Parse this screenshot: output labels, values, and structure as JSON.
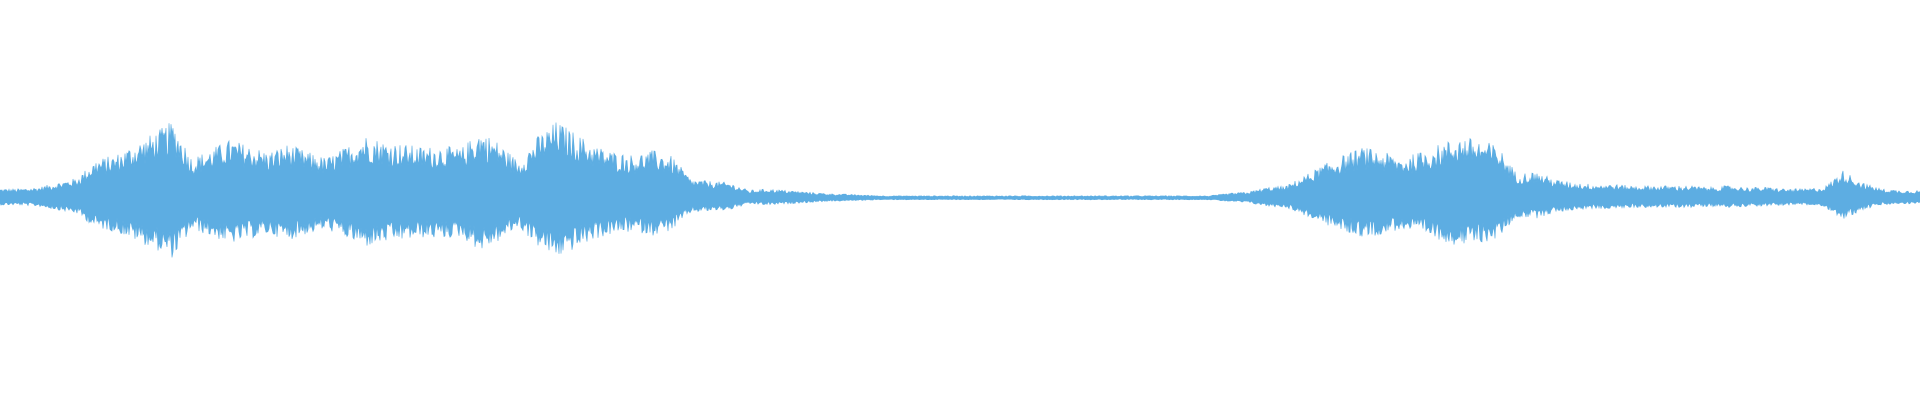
{
  "waveform": {
    "color": "#5dade2",
    "background": "#ffffff",
    "peak_envelope": [
      [
        0,
        0.06
      ],
      [
        1,
        0.06
      ],
      [
        2,
        0.07
      ],
      [
        3,
        0.1
      ],
      [
        4,
        0.13
      ],
      [
        5,
        0.25
      ],
      [
        6,
        0.28
      ],
      [
        7,
        0.35
      ],
      [
        8,
        0.42
      ],
      [
        9,
        0.5
      ],
      [
        10,
        0.26
      ],
      [
        11,
        0.32
      ],
      [
        12,
        0.38
      ],
      [
        13,
        0.34
      ],
      [
        14,
        0.3
      ],
      [
        15,
        0.35
      ],
      [
        16,
        0.3
      ],
      [
        17,
        0.26
      ],
      [
        18,
        0.33
      ],
      [
        19,
        0.41
      ],
      [
        20,
        0.37
      ],
      [
        21,
        0.35
      ],
      [
        22,
        0.33
      ],
      [
        23,
        0.34
      ],
      [
        24,
        0.32
      ],
      [
        25,
        0.44
      ],
      [
        26,
        0.36
      ],
      [
        27,
        0.24
      ],
      [
        28,
        0.4
      ],
      [
        29,
        0.5
      ],
      [
        30,
        0.42
      ],
      [
        31,
        0.34
      ],
      [
        32,
        0.3
      ],
      [
        33,
        0.28
      ],
      [
        34,
        0.31
      ],
      [
        35,
        0.27
      ],
      [
        36,
        0.12
      ],
      [
        37,
        0.11
      ],
      [
        38,
        0.1
      ],
      [
        39,
        0.05
      ],
      [
        40,
        0.06
      ],
      [
        41,
        0.05
      ],
      [
        42,
        0.04
      ],
      [
        43,
        0.03
      ],
      [
        44,
        0.025
      ],
      [
        45,
        0.02
      ],
      [
        46,
        0.015
      ],
      [
        47,
        0.015
      ],
      [
        48,
        0.015
      ],
      [
        49,
        0.015
      ],
      [
        50,
        0.015
      ],
      [
        51,
        0.015
      ],
      [
        52,
        0.015
      ],
      [
        53,
        0.015
      ],
      [
        54,
        0.015
      ],
      [
        55,
        0.015
      ],
      [
        56,
        0.015
      ],
      [
        57,
        0.015
      ],
      [
        58,
        0.015
      ],
      [
        59,
        0.015
      ],
      [
        60,
        0.015
      ],
      [
        61,
        0.015
      ],
      [
        62,
        0.015
      ],
      [
        63,
        0.015
      ],
      [
        64,
        0.03
      ],
      [
        65,
        0.04
      ],
      [
        66,
        0.07
      ],
      [
        67,
        0.08
      ],
      [
        68,
        0.15
      ],
      [
        69,
        0.22
      ],
      [
        70,
        0.28
      ],
      [
        71,
        0.33
      ],
      [
        72,
        0.3
      ],
      [
        73,
        0.26
      ],
      [
        74,
        0.3
      ],
      [
        75,
        0.35
      ],
      [
        76,
        0.4
      ],
      [
        77,
        0.38
      ],
      [
        78,
        0.34
      ],
      [
        79,
        0.16
      ],
      [
        80,
        0.17
      ],
      [
        81,
        0.12
      ],
      [
        82,
        0.1
      ],
      [
        83,
        0.09
      ],
      [
        84,
        0.09
      ],
      [
        85,
        0.08
      ],
      [
        86,
        0.08
      ],
      [
        87,
        0.08
      ],
      [
        88,
        0.08
      ],
      [
        89,
        0.07
      ],
      [
        90,
        0.08
      ],
      [
        91,
        0.07
      ],
      [
        92,
        0.07
      ],
      [
        93,
        0.06
      ],
      [
        94,
        0.06
      ],
      [
        95,
        0.07
      ],
      [
        96,
        0.18
      ],
      [
        97,
        0.1
      ],
      [
        98,
        0.06
      ],
      [
        99,
        0.05
      ],
      [
        100,
        0.05
      ]
    ]
  }
}
